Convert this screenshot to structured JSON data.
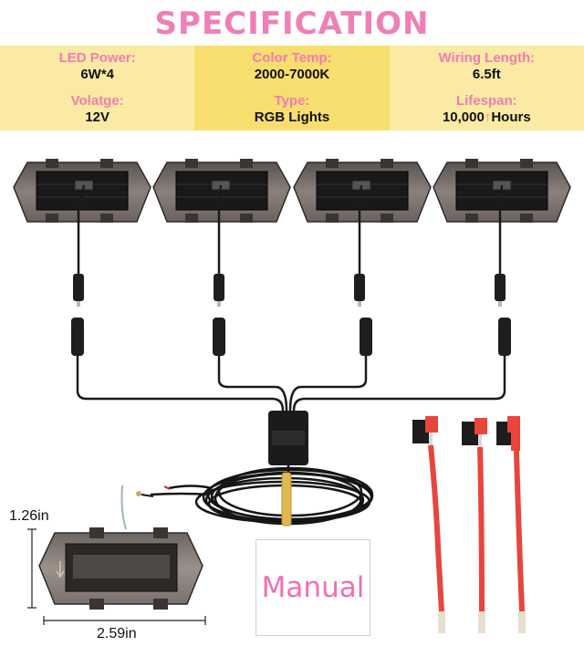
{
  "title": "SPECIFICATION",
  "specs": [
    {
      "label": "LED Power:",
      "value": "6W*4"
    },
    {
      "label": "Color Temp:",
      "value": "2000-7000K"
    },
    {
      "label": "Wiring Length:",
      "value": "6.5ft"
    },
    {
      "label": "Volatge:",
      "value": "12V"
    },
    {
      "label": "Type:",
      "value": "RGB Lights"
    },
    {
      "label": "Lifespan:",
      "value_prefix": "10,000",
      "value_suffix": "Hours"
    }
  ],
  "dimensions": {
    "height": "1.26in",
    "width": "2.59in"
  },
  "manual_label": "Manual",
  "icons": [
    "up-arrow-icon",
    "led-pod-icon",
    "fuse-tap-icon"
  ],
  "colors": {
    "title_pink": "#ef7fb5",
    "cell_light": "#fbeaa3",
    "cell_dark": "#f8de6e",
    "fuse_red": "#e8453c"
  }
}
